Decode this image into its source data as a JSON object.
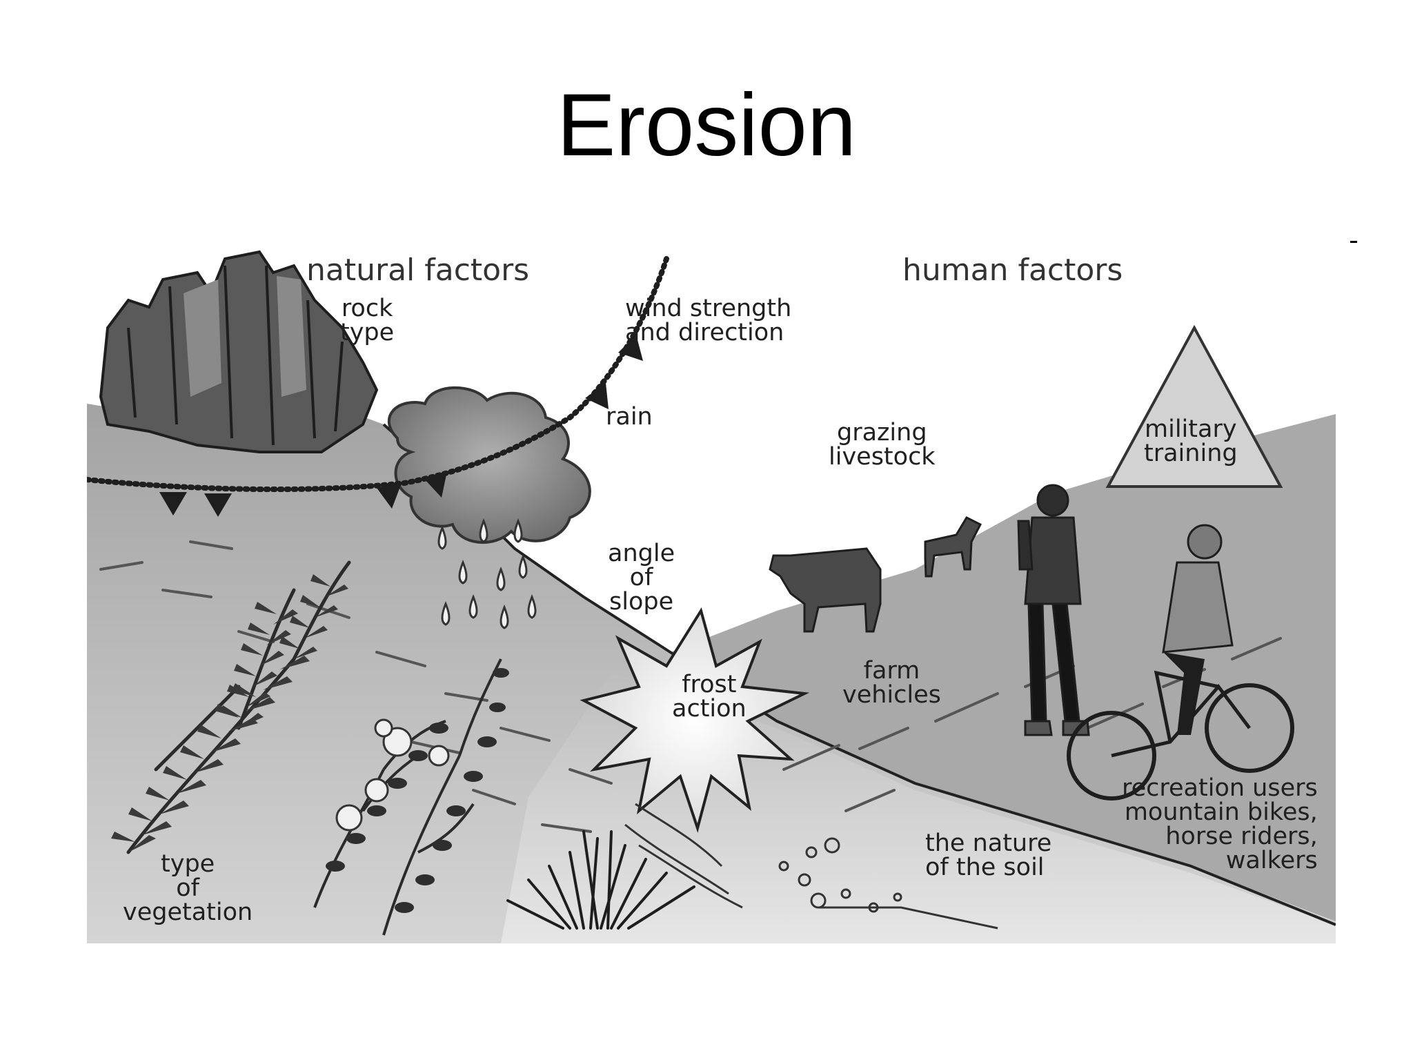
{
  "slide": {
    "title": "Erosion"
  },
  "diagram": {
    "headings": {
      "natural": "natural factors",
      "human": "human factors"
    },
    "labels": {
      "rock_type": [
        "rock",
        "type"
      ],
      "wind": [
        "wind strength",
        "and direction"
      ],
      "rain": "rain",
      "angle_of_slope": [
        "angle",
        "of",
        "slope"
      ],
      "frost_action": [
        "frost",
        "action"
      ],
      "grazing_livestock": [
        "grazing",
        "livestock"
      ],
      "farm_vehicles": [
        "farm",
        "vehicles"
      ],
      "military_training": [
        "military",
        "training"
      ],
      "recreation": [
        "recreation users",
        "mountain bikes,",
        "horse riders,",
        "walkers"
      ],
      "nature_of_soil": [
        "the nature",
        "of the soil"
      ],
      "vegetation": [
        "type",
        "of",
        "vegetation"
      ]
    },
    "colors": {
      "ground_dark": "#a7a7a7",
      "ground_light": "#d8d8d8",
      "rock": "#5a5a5a",
      "cloud": "#8e8e8e",
      "triangle": "#cfcfcf",
      "ink": "#1e1e1e"
    }
  }
}
